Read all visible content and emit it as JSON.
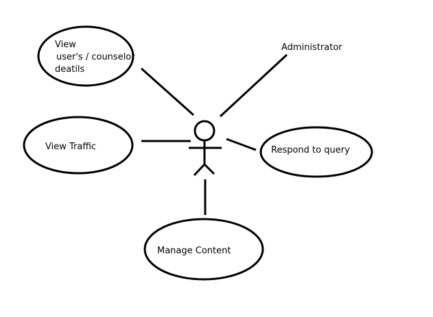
{
  "diagram": {
    "actor": {
      "label": "Administrator"
    },
    "use_cases": {
      "view_details": {
        "line1": "View",
        "line2": "user's / counselor",
        "line3": "deatils"
      },
      "view_traffic": {
        "label": "View Traffic"
      },
      "respond_query": {
        "label": "Respond to query"
      },
      "manage_content": {
        "label": "Manage Content"
      }
    }
  }
}
